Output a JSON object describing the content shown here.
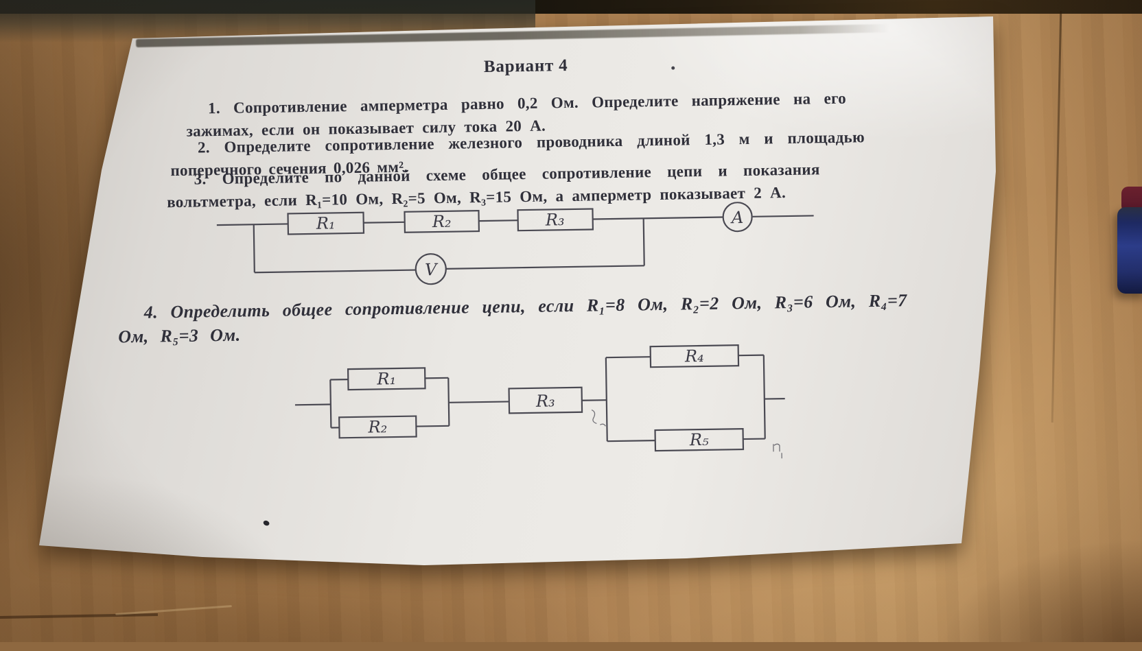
{
  "colors": {
    "desk_wood": "#a87c4e",
    "paper": "#e9e7e3",
    "ink": "#30303a",
    "pen_blue": "#2c3e8e",
    "pen_red": "#6e2130"
  },
  "worksheet": {
    "title": "Вариант 4",
    "problems": [
      {
        "text": "1. Сопротивление амперметра равно 0,2 Ом. Определите напряжение на его зажимах, если он показывает силу тока 20 А."
      },
      {
        "text": "2. Определите сопротивление железного проводника длиной 1,3 м и площадью поперечного сечения 0,026 мм²."
      },
      {
        "text": "3. Определите по данной схеме общее сопротивление цепи и показания вольтметра, если R₁=10 Ом, R₂=5 Ом, R₃=15 Ом, а амперметр показывает 2 А."
      },
      {
        "text": "4. Определить общее сопротивление цепи, если R₁=8 Ом, R₂=2 Ом, R₃=6 Ом, R₄=7 Ом, R₅=3 Ом."
      }
    ]
  },
  "circuit3": {
    "resistors": [
      "R₁",
      "R₂",
      "R₃"
    ],
    "ammeter_label": "A",
    "voltmeter_label": "V"
  },
  "circuit4": {
    "resistors": [
      "R₁",
      "R₂",
      "R₃",
      "R₄",
      "R₅"
    ]
  }
}
